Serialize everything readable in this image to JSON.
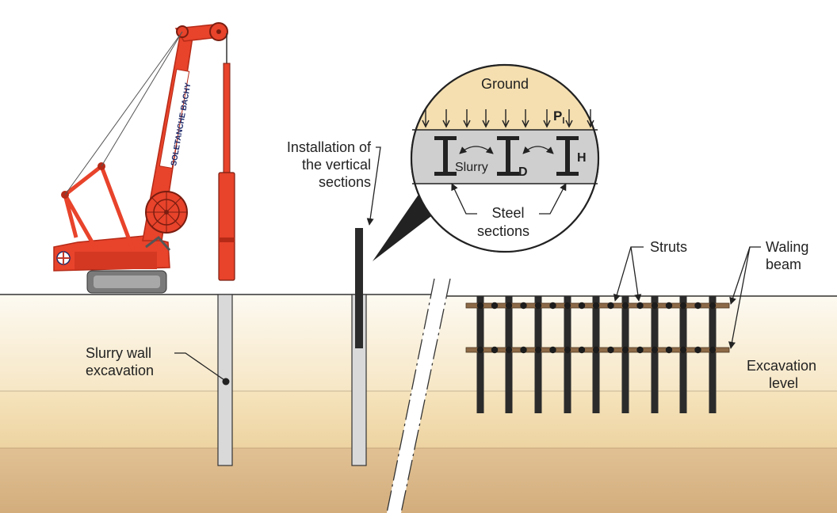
{
  "colors": {
    "crane_red": "#e8432b",
    "crane_dark_red": "#b52a17",
    "ground_top": "#fbf6ea",
    "ground_mid": "#f3dfb6",
    "ground_deep": "#dcb88a",
    "trench_fill": "#d9d9d9",
    "steel": "#2b2b2b",
    "waling": "#8d6a47",
    "inset_ground": "#f5dfb0",
    "inset_slurry": "#cfcfcf"
  },
  "labels": {
    "install_line1": "Installation of",
    "install_line2": "the vertical",
    "install_line3": "sections",
    "slurry_wall_line1": "Slurry wall",
    "slurry_wall_line2": "excavation",
    "struts": "Struts",
    "waling_line1": "Waling",
    "waling_line2": "beam",
    "excavation_line1": "Excavation",
    "excavation_line2": "level"
  },
  "inset": {
    "ground": "Ground",
    "load_symbol": "P",
    "load_subscript": "l",
    "slurry": "Slurry",
    "spacing": "D",
    "height": "H",
    "steel_line1": "Steel",
    "steel_line2": "sections"
  },
  "crane": {
    "brand": "SOLETANCHE BACHY"
  }
}
